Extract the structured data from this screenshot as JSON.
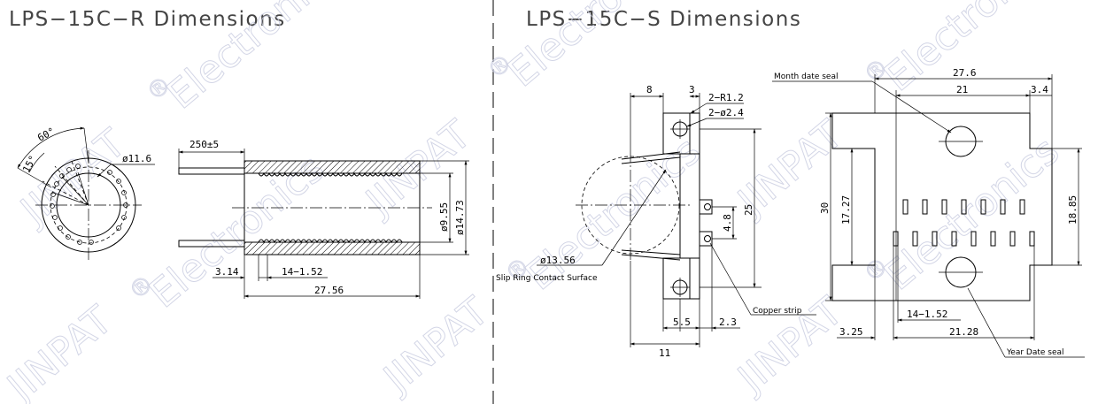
{
  "titles": {
    "left": "LPS−15C−R  Dimensions",
    "right": "LPS−15C−S  Dimensions"
  },
  "watermark": {
    "brand": "JINPAT",
    "reg": "®",
    "word": "Electronics"
  },
  "left_dims": {
    "angle_60": "60°",
    "angle_15": "15°",
    "dia_11_6": "ø11.6",
    "lead_250": "250±5",
    "dia_9_55": "ø9.55",
    "dia_14_73": "ø14.73",
    "d_3_14": "3.14",
    "d_14_152": "14−1.52",
    "d_27_56": "27.56"
  },
  "side_dims": {
    "d_8": "8",
    "d_3": "3",
    "r_1_2": "2−R1.2",
    "dia_2_4": "2−ø2.4",
    "d_25": "25",
    "d_4_8": "4.8",
    "dia_13_56": "ø13.56",
    "slip_label": "Slip Ring Contact Surface",
    "copper_label": "Copper strip",
    "d_5_5": "5.5",
    "d_2_3": "2.3",
    "d_11": "11"
  },
  "front_dims": {
    "month_label": "Month date seal",
    "year_label": "Year Date seal",
    "d_27_6": "27.6",
    "d_21": "21",
    "d_3_4": "3.4",
    "d_30": "30",
    "d_17_27": "17.27",
    "d_18_85": "18.85",
    "d_14_152": "14−1.52",
    "d_3_25": "3.25",
    "d_21_28": "21.28"
  }
}
